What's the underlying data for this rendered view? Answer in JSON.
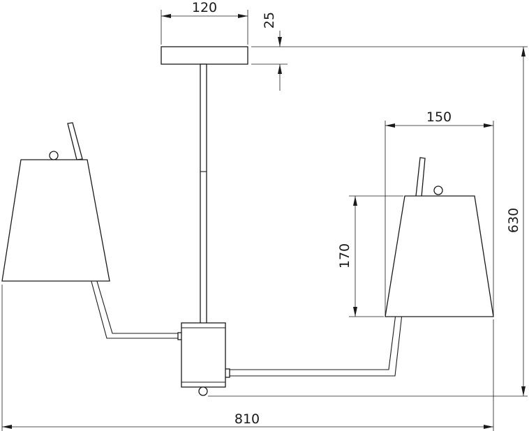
{
  "dimensions": {
    "canopy_width": "120",
    "canopy_height": "25",
    "shade_width": "150",
    "shade_height": "170",
    "total_height": "630",
    "total_width": "810"
  }
}
